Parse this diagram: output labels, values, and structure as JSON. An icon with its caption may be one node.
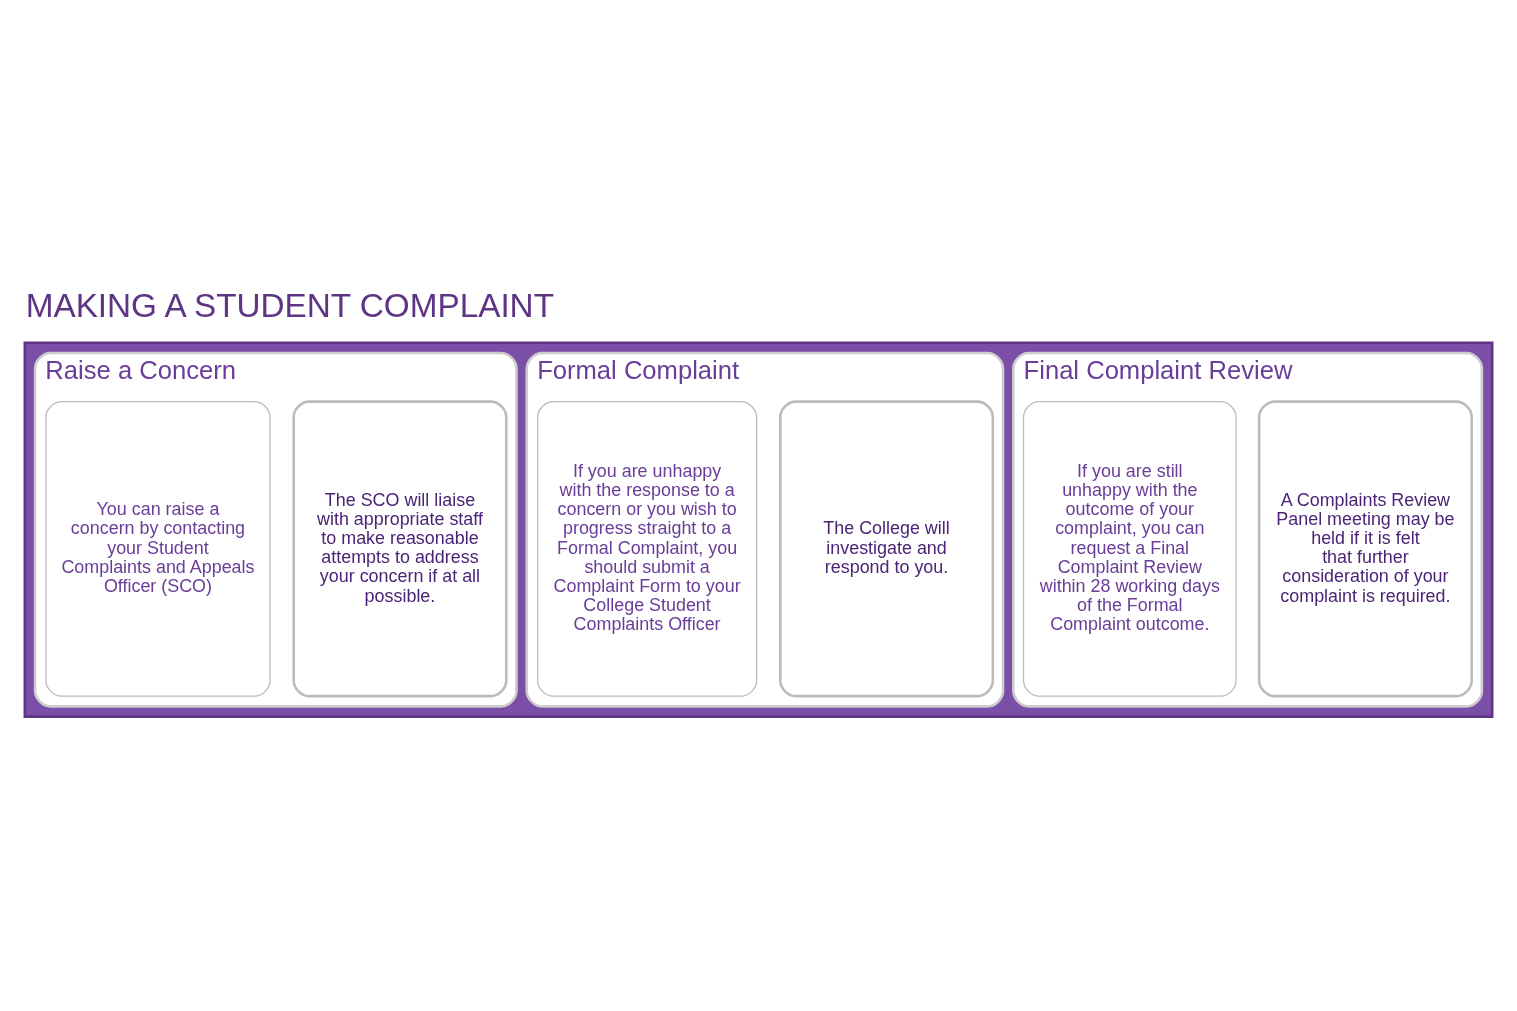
{
  "diagram": {
    "title": "MAKING A STUDENT COMPLAINT",
    "nodes": [
      {
        "text": [],
        "shape": "arrow"
      },
      {
        "text": [
          "Raise a Concern"
        ],
        "in": 0
      },
      {
        "text": [
          "You can raise a concern by contacting your Student Complaints and Appeals Officer (SCO)"
        ],
        "in": 1
      },
      {
        "text": [
          "The SCO will liaise with appropriate staff to make reasonable attempts to address your concern if at all possible."
        ],
        "in": 1
      },
      {
        "text": [
          "Formal Complaint"
        ],
        "in": 0
      },
      {
        "text": [
          "If you are unhappy with the response to a concern or you wish to progress straight to a Formal Complaint, you should submit a Complaint Form to your College Student Complaints Officer"
        ],
        "in": 4
      },
      {
        "text": [
          "The College will investigate and respond to you."
        ],
        "in": 4
      },
      {
        "text": [
          "Final Complaint Review"
        ],
        "in": 0
      },
      {
        "text": [
          "If you are still unhappy with the outcome of your complaint, you can request a Final Complaint Review within 28 working days of the Formal Complaint outcome."
        ],
        "in": 7
      },
      {
        "text": [
          "A Complaints Review Panel meeting may be held if it is felt that further consideration of your complaint is required."
        ],
        "in": 7
      }
    ]
  }
}
